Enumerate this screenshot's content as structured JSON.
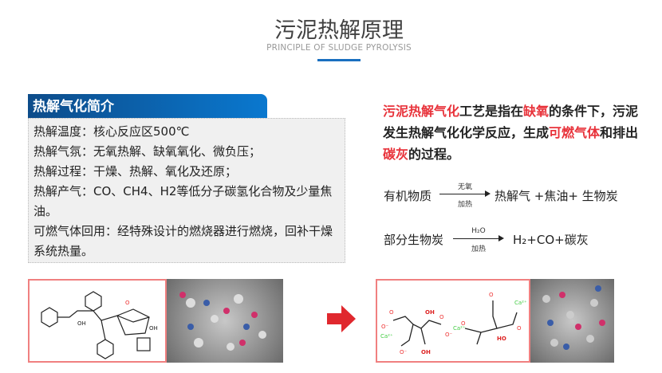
{
  "header": {
    "title": "污泥热解原理",
    "subtitle": "PRINCIPLE OF SLUDGE PYROLYSIS"
  },
  "intro": {
    "heading": "热解气化简介",
    "lines": [
      "热解温度：核心反应区500℃",
      "热解气氛：无氧热解、缺氧氧化、微负压；",
      "热解过程：干燥、热解、氧化及还原；",
      "热解产气：CO、CH4、H2等低分子碳氢化合物及少量焦油。",
      "可燃气体回用：经特殊设计的燃烧器进行燃烧，回补干燥系统热量。"
    ]
  },
  "description": {
    "p1": "污泥热解气化",
    "p2": "工艺是指在",
    "p3": "缺氧",
    "p4": "的条件下，污泥发生热解气化化学反应，生成",
    "p5": "可燃气体",
    "p6": "和排出",
    "p7": "碳灰",
    "p8": "的过程。"
  },
  "equations": [
    {
      "reactant": "有机物质",
      "above": "无氧",
      "below": "加热",
      "product": "热解气 +焦油+ 生物炭"
    },
    {
      "reactant": "部分生物炭",
      "above": "H₂O",
      "below": "加热",
      "product": "H₂+CO+碳灰"
    }
  ],
  "molecules": {
    "ca_label": "Ca²⁺",
    "oh_label": "OH",
    "ho_label": "HO"
  },
  "colors": {
    "accent": "#1a6fc0",
    "highlight": "#e8323a"
  }
}
